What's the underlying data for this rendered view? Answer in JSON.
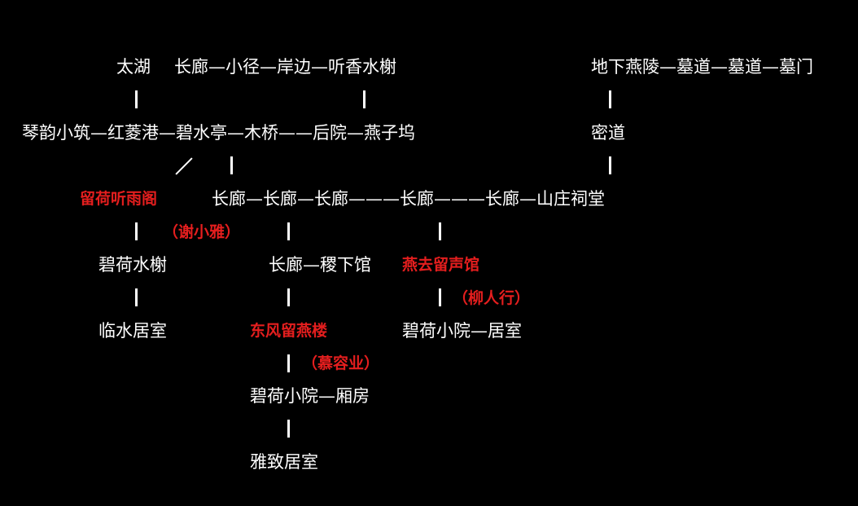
{
  "colors": {
    "background": "#000000",
    "text": "#ffffff",
    "highlight": "#e41e1e"
  },
  "nodes": {
    "taihu": "太湖",
    "row1_path": "长廊—小径—岸边—听香水榭",
    "row1_right": "地下燕陵—墓道—墓道—墓门",
    "row2_path": "琴韵小筑—红菱港—碧水亭—木桥——后院—燕子坞",
    "row2_right": "密道",
    "liuhe": "留荷听雨阁",
    "row3_path": "长廊—长廊—长廊———长廊———长廊—山庄祠堂",
    "xie_xiaoya": "（谢小雅）",
    "bihe_shuixie": "碧荷水榭",
    "row4_mid": "长廊—稷下馆",
    "yanqu": "燕去留声馆",
    "liu_renxing": "（柳人行）",
    "linshui": "临水居室",
    "dongfeng": "东风留燕楼",
    "row5_right": "碧荷小院—居室",
    "murongye": "（慕容业）",
    "row6_mid": "碧荷小院—厢房",
    "yazhi": "雅致居室"
  }
}
